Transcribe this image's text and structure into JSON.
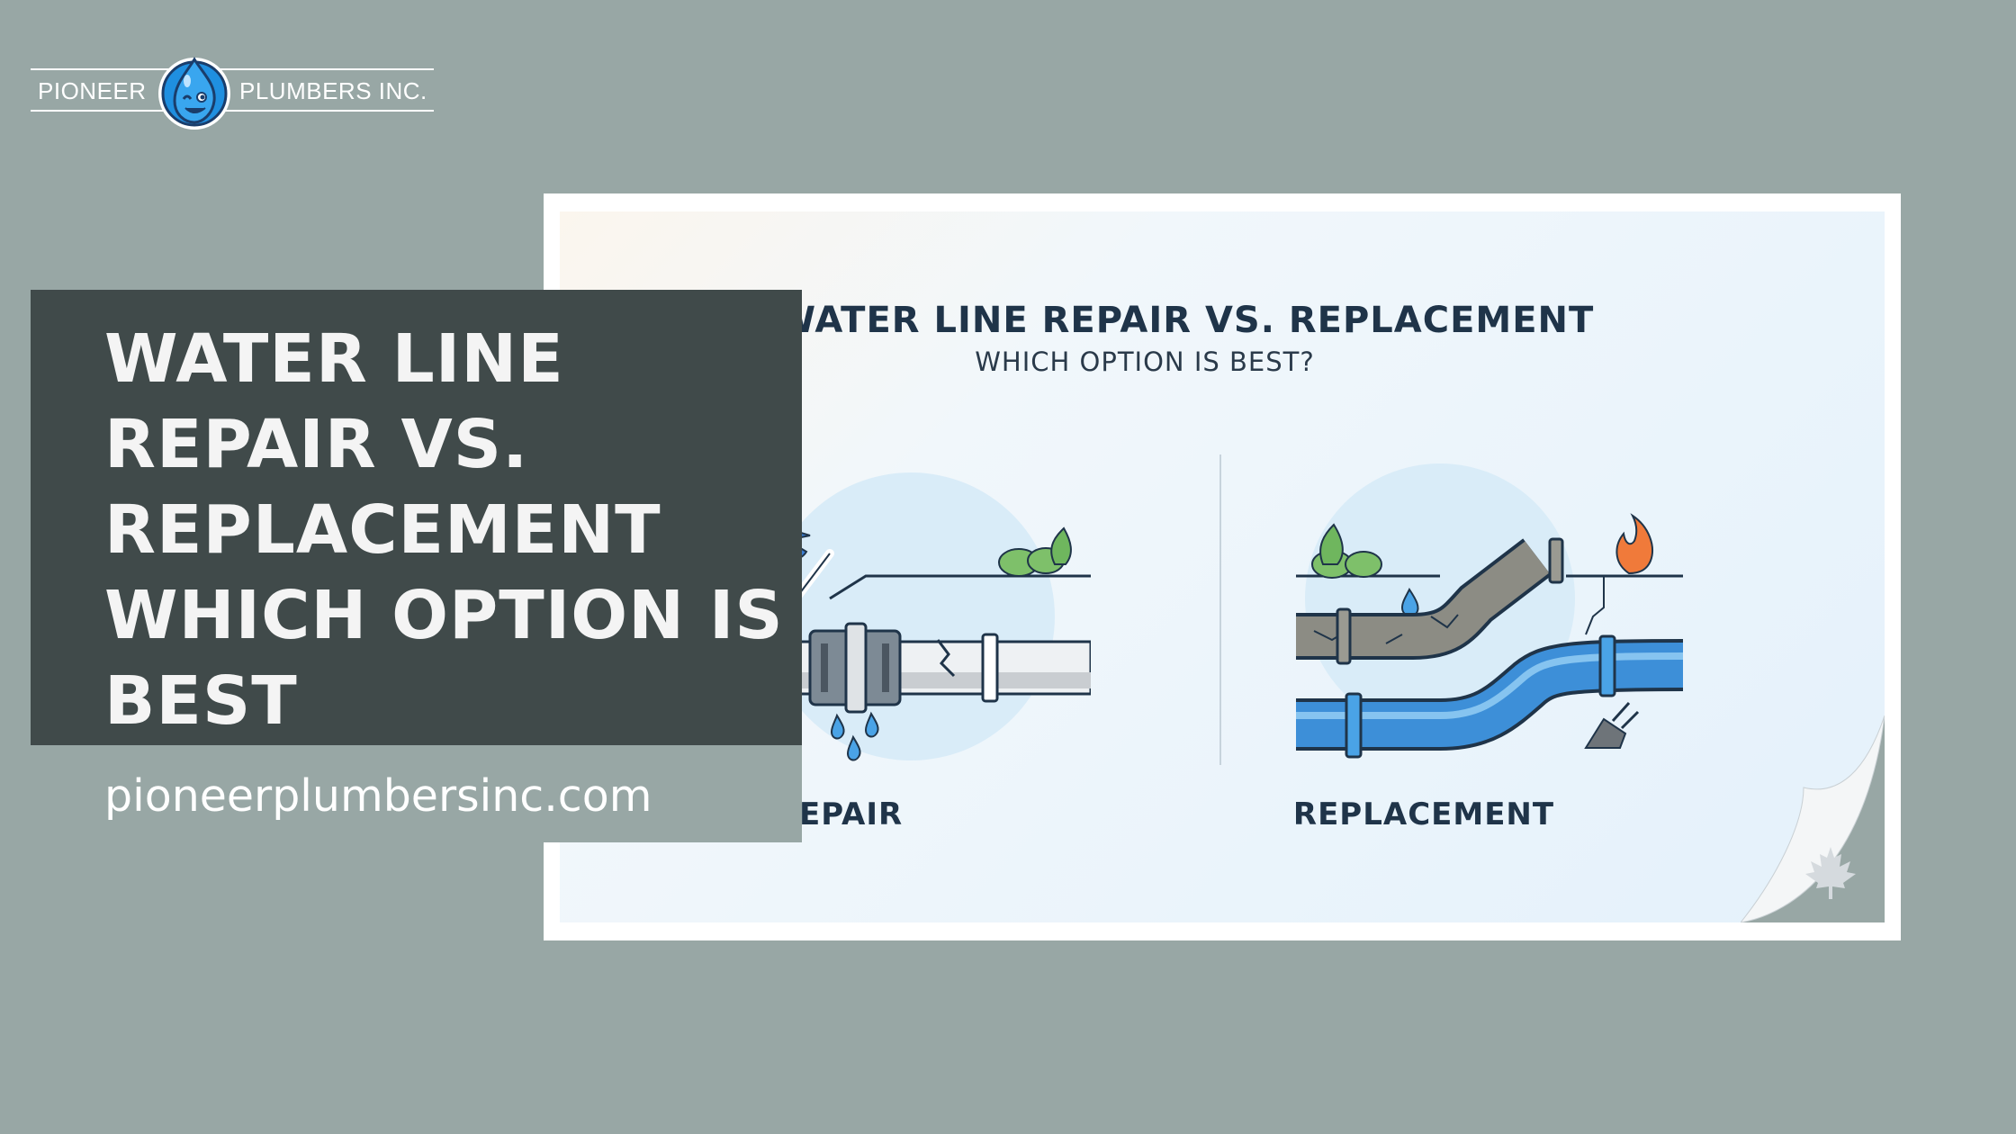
{
  "logo": {
    "left_text": "PIONEER",
    "right_text": "PLUMBERS INC.",
    "mascot_icon": "water-drop-mascot-icon",
    "colors": {
      "drop": "#1f8fe0",
      "ring": "#ffffff",
      "outline": "#1a3d6b"
    }
  },
  "panel": {
    "title_lines": [
      "WATER LINE",
      "REPAIR VS.",
      "REPLACEMENT",
      "WHICH OPTION IS",
      "BEST"
    ],
    "url": "pioneerplumbersinc.com",
    "background": "#404a4a"
  },
  "infographic": {
    "title": "WATER LINE REPAIR VS. REPLACEMENT",
    "subtitle": "WHICH OPTION IS BEST?",
    "left_label": "REPAIR",
    "right_label": "REPLACEMENT",
    "left_icons": [
      "wrench-icon",
      "shrub-icon",
      "water-drop-icon",
      "pipe-clamp-icon"
    ],
    "right_icons": [
      "shrub-icon",
      "water-drop-icon",
      "flame-icon",
      "plug-icon",
      "new-pipe-icon"
    ],
    "corner_icon": "maple-leaf-icon",
    "colors": {
      "title": "#1f3449",
      "new_pipe": "#3d8fd8",
      "old_pipe": "#8c8c84",
      "wrench": "#3b7ed3",
      "flame": "#f07a3a",
      "plants": "#6fb65e"
    }
  },
  "background": "#98a7a5"
}
